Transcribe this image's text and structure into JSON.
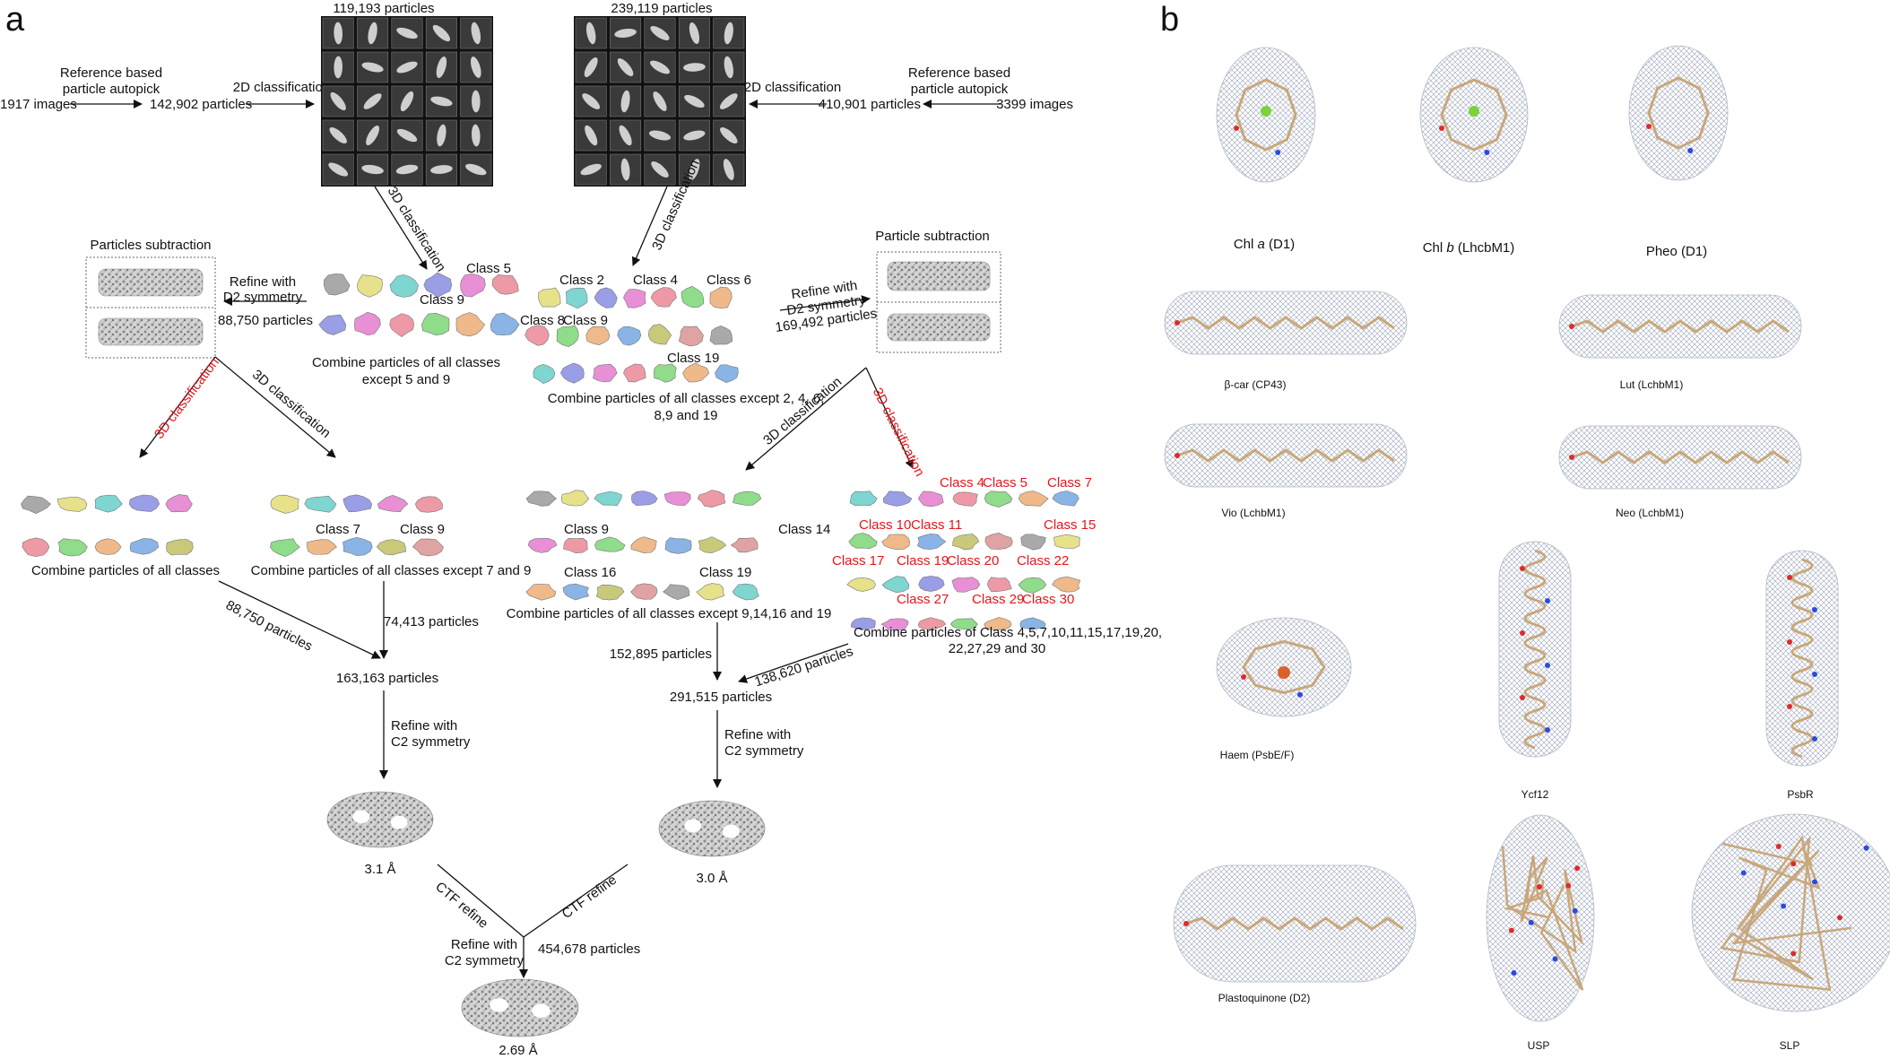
{
  "panel_a": {
    "label": "a",
    "left": {
      "images": "1917 images",
      "autopick": [
        "Reference based",
        "particle autopick"
      ],
      "particles_after_pick": "142,902 particles",
      "step_2d": "2D classification",
      "grid_title": "119,193 particles",
      "step_3d": "3D classification",
      "class_5": "Class 5",
      "class_9": "Class 9",
      "combine_1": [
        "Combine particles of all classes",
        "except 5 and 9"
      ],
      "subtraction_title": "Particles subtraction",
      "refine_d2": [
        "Refine with",
        "D2 symmetry"
      ],
      "refine_particles": "88,750 particles",
      "branch_3d_red": "3D classification",
      "branch_3d_black": "3D classification",
      "combine_all": "Combine particles of all classes",
      "class_7": "Class 7",
      "class_9b": "Class 9",
      "combine_except": "Combine particles of all classes except  7 and 9",
      "arrow_particles_1": "88,750 particles",
      "arrow_particles_2": "74,413 particles",
      "merged": "163,163 particles",
      "refine_c2": [
        "Refine with",
        "C2 symmetry"
      ],
      "resolution": "3.1 Å",
      "ctf": "CTF refine"
    },
    "right": {
      "images": "3399 images",
      "autopick": [
        "Reference based",
        "particle autopick"
      ],
      "particles_after_pick": "410,901 particles",
      "step_2d": "2D classification",
      "grid_title": "239,119 particles",
      "step_3d": "3D classification",
      "class_2": "Class 2",
      "class_4": "Class 4",
      "class_6": "Class 6",
      "class_8": "Class 8",
      "class_9": "Class 9",
      "class_19": "Class 19",
      "combine_1": [
        "Combine particles of all classes except 2, 4, 6,",
        "8,9 and 19"
      ],
      "refine_d2": [
        "Refine with",
        "D2 symmetry"
      ],
      "refine_particles": "169,492 particles",
      "subtraction_title": "Particle subtraction",
      "branch_3d_black": "3D classification",
      "branch_3d_red": "3D classification",
      "class_9b": "Class 9",
      "class_14": "Class 14",
      "class_16": "Class 16",
      "class_19b": "Class 19",
      "combine_except": "Combine particles of all classes except 9,14,16 and 19",
      "red_classes": [
        "Class 4",
        "Class 5",
        "Class 7",
        "Class 10",
        "Class 11",
        "Class 15",
        "Class 17",
        "Class 19",
        "Class 20",
        "Class 22",
        "Class 27",
        "Class 29",
        "Class 30"
      ],
      "combine_red": [
        "Combine particles of Class 4,5,7,10,11,15,17,19,20,",
        "22,27,29 and 30"
      ],
      "arrow_particles_1": "152,895 particles",
      "arrow_particles_2": "138,620 particles",
      "merged": "291,515 particles",
      "refine_c2": [
        "Refine with",
        "C2 symmetry"
      ],
      "resolution": "3.0 Å",
      "ctf": "CTF refine"
    },
    "final": {
      "refine_c2": [
        "Refine with",
        "C2 symmetry"
      ],
      "particles": "454,678 particles",
      "resolution": "2.69 Å"
    }
  },
  "panel_b": {
    "label": "b",
    "items": [
      {
        "name": "chl-a",
        "pre": "Chl ",
        "it": "a",
        "post": " (D1)"
      },
      {
        "name": "chl-b",
        "pre": "Chl ",
        "it": "b",
        "post": " (LhcbM1)"
      },
      {
        "name": "pheo",
        "pre": "Pheo (D1)",
        "it": "",
        "post": ""
      },
      {
        "name": "beta-car",
        "pre": "β-car (CP43)",
        "it": "",
        "post": ""
      },
      {
        "name": "lut",
        "pre": "Lut (LchbM1)",
        "it": "",
        "post": ""
      },
      {
        "name": "vio",
        "pre": "Vio (LchbM1)",
        "it": "",
        "post": ""
      },
      {
        "name": "neo",
        "pre": "Neo (LchbM1)",
        "it": "",
        "post": ""
      },
      {
        "name": "haem",
        "pre": "Haem (PsbE/F)",
        "it": "",
        "post": ""
      },
      {
        "name": "ycf12",
        "pre": "Ycf12",
        "it": "",
        "post": ""
      },
      {
        "name": "psbr",
        "pre": "PsbR",
        "it": "",
        "post": ""
      },
      {
        "name": "plastoquinone",
        "pre": "Plastoquinone (D2)",
        "it": "",
        "post": ""
      },
      {
        "name": "usp",
        "pre": "USP",
        "it": "",
        "post": ""
      },
      {
        "name": "slp",
        "pre": "SLP",
        "it": "",
        "post": ""
      }
    ]
  },
  "colors": {
    "accent_red": "#e8141a",
    "class_palette": [
      "#a9a9a9",
      "#e7e28a",
      "#7fd6d0",
      "#9a9ee6",
      "#e88fd6",
      "#ee9aa6",
      "#8fdc8a",
      "#f0b98a",
      "#8ab4e6",
      "#c9c97a",
      "#e0a3a3"
    ]
  }
}
